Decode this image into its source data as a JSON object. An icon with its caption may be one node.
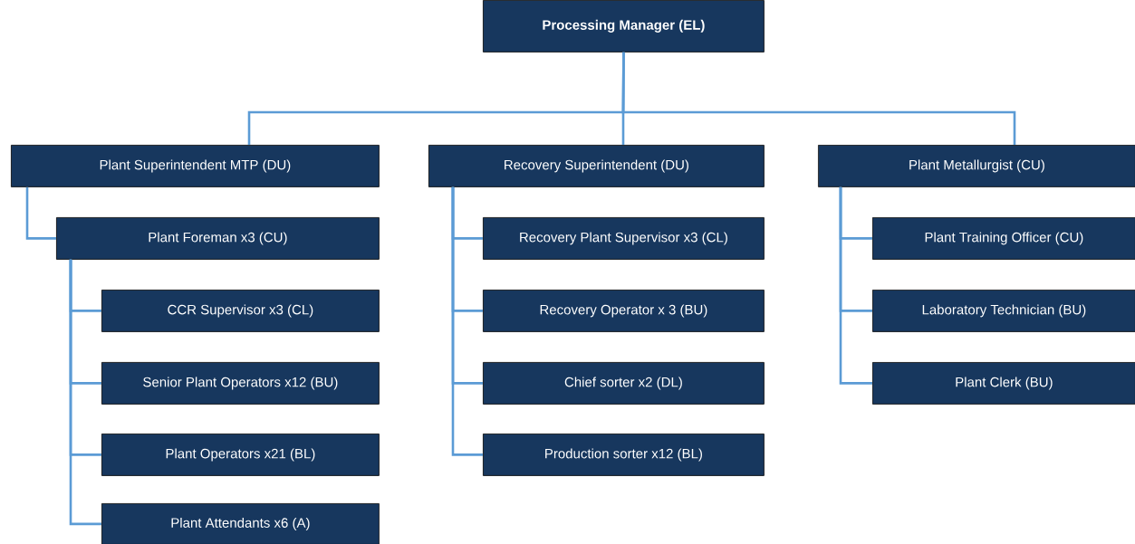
{
  "diagram": {
    "nodes": [
      {
        "text": [
          "**Processing Manager (EL)**"
        ]
      },
      {
        "text": [
          "Plant Superintendent MTP (DU)"
        ]
      },
      {
        "text": [
          "Recovery Superintendent (DU)"
        ]
      },
      {
        "text": [
          "Plant Metallurgist (CU)"
        ]
      },
      {
        "text": [
          "Plant Foreman x3 (CU)"
        ]
      },
      {
        "text": [
          "CCR Supervisor x3 (CL)"
        ]
      },
      {
        "text": [
          "Senior Plant Operators x12 (BU)"
        ]
      },
      {
        "text": [
          "Plant Operators x21 (BL)"
        ]
      },
      {
        "text": [
          "Plant Attendants x6 (A)"
        ]
      },
      {
        "text": [
          "Recovery Plant Supervisor x3 (CL)"
        ]
      },
      {
        "text": [
          "Recovery Operator x 3 (BU)"
        ]
      },
      {
        "text": [
          "Chief sorter x2 (DL)"
        ]
      },
      {
        "text": [
          "Production sorter x12 (BL)"
        ]
      },
      {
        "text": [
          "Plant Training Officer (CU)"
        ]
      },
      {
        "text": [
          "Laboratory Technician (BU)"
        ]
      },
      {
        "text": [
          "Plant Clerk (BU)"
        ]
      }
    ],
    "edges": [
      {
        "from": 0,
        "to": 1,
        "arrow": "none"
      },
      {
        "from": 0,
        "to": 2,
        "arrow": "none"
      },
      {
        "from": 0,
        "to": 3,
        "arrow": "none"
      },
      {
        "from": 1,
        "to": 4,
        "arrow": "none"
      },
      {
        "from": 4,
        "to": 5,
        "arrow": "none"
      },
      {
        "from": 4,
        "to": 6,
        "arrow": "none"
      },
      {
        "from": 4,
        "to": 7,
        "arrow": "none"
      },
      {
        "from": 4,
        "to": 8,
        "arrow": "none"
      },
      {
        "from": 2,
        "to": 9,
        "arrow": "none"
      },
      {
        "from": 2,
        "to": 10,
        "arrow": "none"
      },
      {
        "from": 2,
        "to": 11,
        "arrow": "none"
      },
      {
        "from": 2,
        "to": 12,
        "arrow": "none"
      },
      {
        "from": 3,
        "to": 13,
        "arrow": "none"
      },
      {
        "from": 3,
        "to": 14,
        "arrow": "none"
      },
      {
        "from": 3,
        "to": 15,
        "arrow": "none"
      }
    ]
  }
}
